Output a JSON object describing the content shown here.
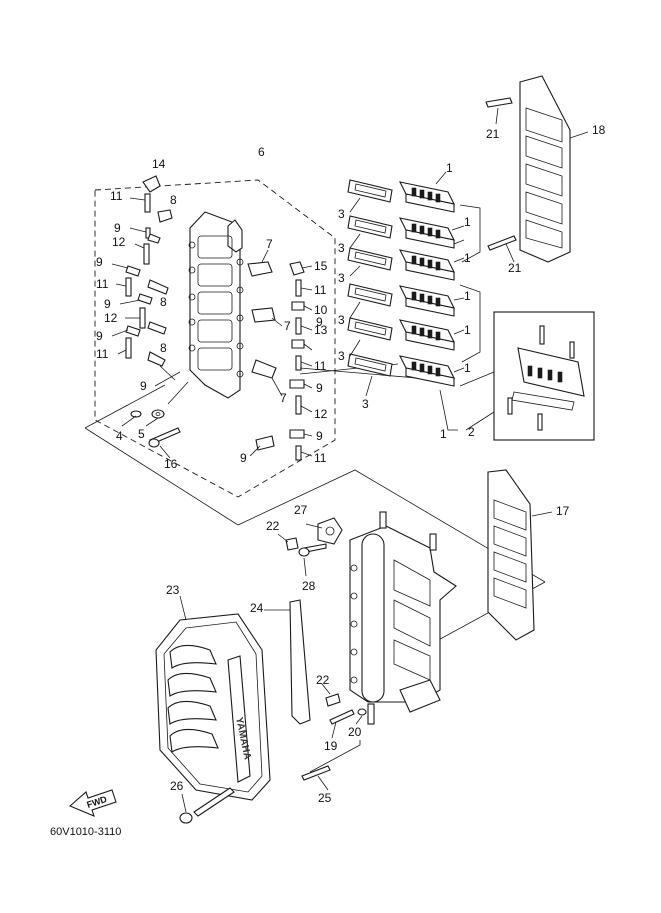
{
  "diagram": {
    "code": "60V1010-3110",
    "brand_text": "YAMAHA",
    "direction_text": "FWD",
    "callouts": [
      {
        "id": "c1a",
        "label": "1"
      },
      {
        "id": "c1b",
        "label": "1"
      },
      {
        "id": "c1c",
        "label": "1"
      },
      {
        "id": "c1d",
        "label": "1"
      },
      {
        "id": "c1e",
        "label": "1"
      },
      {
        "id": "c1f",
        "label": "1"
      },
      {
        "id": "c1g",
        "label": "1"
      },
      {
        "id": "c2",
        "label": "2"
      },
      {
        "id": "c3a",
        "label": "3"
      },
      {
        "id": "c3b",
        "label": "3"
      },
      {
        "id": "c3c",
        "label": "3"
      },
      {
        "id": "c3d",
        "label": "3"
      },
      {
        "id": "c3e",
        "label": "3"
      },
      {
        "id": "c3f",
        "label": "3"
      },
      {
        "id": "c4",
        "label": "4"
      },
      {
        "id": "c5",
        "label": "5"
      },
      {
        "id": "c6",
        "label": "6"
      },
      {
        "id": "c7a",
        "label": "7"
      },
      {
        "id": "c7b",
        "label": "7"
      },
      {
        "id": "c7c",
        "label": "7"
      },
      {
        "id": "c8a",
        "label": "8"
      },
      {
        "id": "c8b",
        "label": "8"
      },
      {
        "id": "c8c",
        "label": "8"
      },
      {
        "id": "c9a",
        "label": "9"
      },
      {
        "id": "c9b",
        "label": "9"
      },
      {
        "id": "c9c",
        "label": "9"
      },
      {
        "id": "c9d",
        "label": "9"
      },
      {
        "id": "c9e",
        "label": "9"
      },
      {
        "id": "c9f",
        "label": "9"
      },
      {
        "id": "c9g",
        "label": "9"
      },
      {
        "id": "c9h",
        "label": "9"
      },
      {
        "id": "c9i",
        "label": "9"
      },
      {
        "id": "c10",
        "label": "10"
      },
      {
        "id": "c11a",
        "label": "11"
      },
      {
        "id": "c11b",
        "label": "11"
      },
      {
        "id": "c11c",
        "label": "11"
      },
      {
        "id": "c11d",
        "label": "11"
      },
      {
        "id": "c11e",
        "label": "11"
      },
      {
        "id": "c11f",
        "label": "11"
      },
      {
        "id": "c12a",
        "label": "12"
      },
      {
        "id": "c12b",
        "label": "12"
      },
      {
        "id": "c12c",
        "label": "12"
      },
      {
        "id": "c13",
        "label": "13"
      },
      {
        "id": "c14",
        "label": "14"
      },
      {
        "id": "c15",
        "label": "15"
      },
      {
        "id": "c16",
        "label": "16"
      },
      {
        "id": "c17",
        "label": "17"
      },
      {
        "id": "c18",
        "label": "18"
      },
      {
        "id": "c19",
        "label": "19"
      },
      {
        "id": "c20",
        "label": "20"
      },
      {
        "id": "c21a",
        "label": "21"
      },
      {
        "id": "c21b",
        "label": "21"
      },
      {
        "id": "c22a",
        "label": "22"
      },
      {
        "id": "c22b",
        "label": "22"
      },
      {
        "id": "c23",
        "label": "23"
      },
      {
        "id": "c24",
        "label": "24"
      },
      {
        "id": "c25",
        "label": "25"
      },
      {
        "id": "c26",
        "label": "26"
      },
      {
        "id": "c27",
        "label": "27"
      },
      {
        "id": "c28",
        "label": "28"
      }
    ]
  }
}
